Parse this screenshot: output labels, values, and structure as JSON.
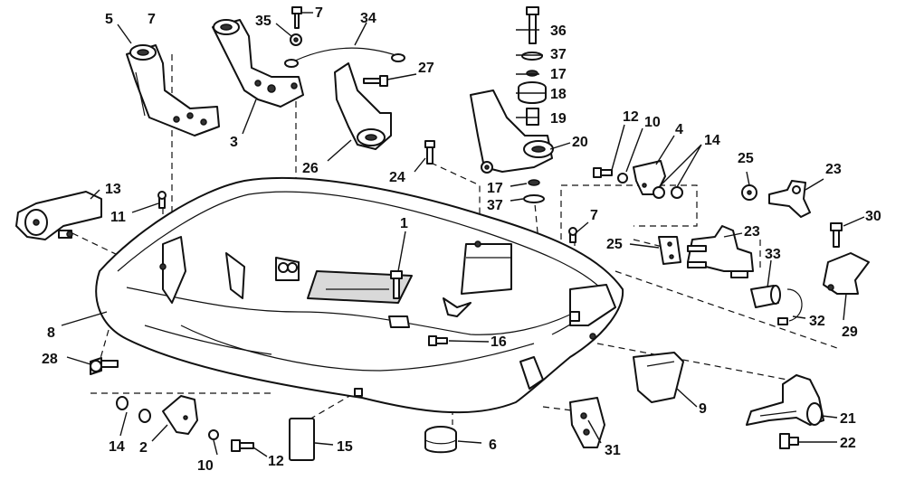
{
  "callouts": [
    {
      "id": "c5",
      "label": "5"
    },
    {
      "id": "c7a",
      "label": "7"
    },
    {
      "id": "c35",
      "label": "35"
    },
    {
      "id": "c7b",
      "label": "7"
    },
    {
      "id": "c34",
      "label": "34"
    },
    {
      "id": "c36",
      "label": "36"
    },
    {
      "id": "c37a",
      "label": "37"
    },
    {
      "id": "c17a",
      "label": "17"
    },
    {
      "id": "c18",
      "label": "18"
    },
    {
      "id": "c19",
      "label": "19"
    },
    {
      "id": "c12a",
      "label": "12"
    },
    {
      "id": "c10a",
      "label": "10"
    },
    {
      "id": "c4",
      "label": "4"
    },
    {
      "id": "c14a",
      "label": "14"
    },
    {
      "id": "c27",
      "label": "27"
    },
    {
      "id": "c3",
      "label": "3"
    },
    {
      "id": "c26",
      "label": "26"
    },
    {
      "id": "c20",
      "label": "20"
    },
    {
      "id": "c24",
      "label": "24"
    },
    {
      "id": "c17b",
      "label": "17"
    },
    {
      "id": "c37b",
      "label": "37"
    },
    {
      "id": "c25a",
      "label": "25"
    },
    {
      "id": "c23a",
      "label": "23"
    },
    {
      "id": "c13",
      "label": "13"
    },
    {
      "id": "c11",
      "label": "11"
    },
    {
      "id": "c1",
      "label": "1"
    },
    {
      "id": "c7c",
      "label": "7"
    },
    {
      "id": "c23b",
      "label": "23"
    },
    {
      "id": "c30",
      "label": "30"
    },
    {
      "id": "c25b",
      "label": "25"
    },
    {
      "id": "c33",
      "label": "33"
    },
    {
      "id": "c8",
      "label": "8"
    },
    {
      "id": "c28",
      "label": "28"
    },
    {
      "id": "c16",
      "label": "16"
    },
    {
      "id": "c32",
      "label": "32"
    },
    {
      "id": "c29",
      "label": "29"
    },
    {
      "id": "c9",
      "label": "9"
    },
    {
      "id": "c14b",
      "label": "14"
    },
    {
      "id": "c2",
      "label": "2"
    },
    {
      "id": "c10b",
      "label": "10"
    },
    {
      "id": "c12b",
      "label": "12"
    },
    {
      "id": "c15",
      "label": "15"
    },
    {
      "id": "c6",
      "label": "6"
    },
    {
      "id": "c31",
      "label": "31"
    },
    {
      "id": "c21",
      "label": "21"
    },
    {
      "id": "c22",
      "label": "22"
    }
  ]
}
